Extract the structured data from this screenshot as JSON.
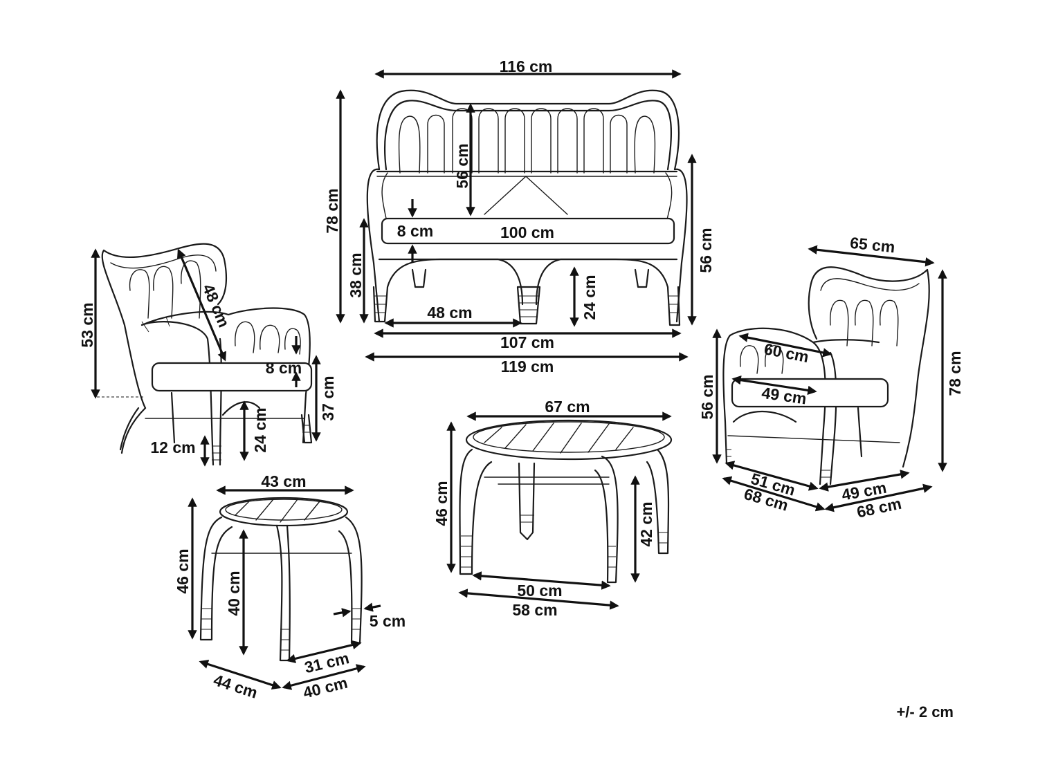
{
  "diagram": {
    "items": {
      "sofa": {
        "width_top": "116 cm",
        "height_total": "78 cm",
        "backrest_height": "56 cm",
        "cushion_thickness": "8 cm",
        "cushion_width": "100 cm",
        "seat_height": "38 cm",
        "armrest_height": "56 cm",
        "leg_height": "24 cm",
        "seat_depth": "48 cm",
        "width_legs": "107 cm",
        "width_total": "119 cm"
      },
      "armchair_left": {
        "back_height": "53 cm",
        "back_diagonal": "48 cm",
        "cushion_thickness": "8 cm",
        "seat_height": "37 cm",
        "leg_height": "24 cm",
        "leg_foot": "12 cm"
      },
      "armchair_right": {
        "back_width": "65 cm",
        "seat_width": "60 cm",
        "seat_depth_inner": "49 cm",
        "armrest_height": "56 cm",
        "height_total": "78 cm",
        "depth_inner": "51 cm",
        "depth_total": "68 cm",
        "width_inner": "49 cm",
        "width_total": "68 cm"
      },
      "coffee_table": {
        "top_width": "67 cm",
        "height_total": "46 cm",
        "leg_height": "42 cm",
        "leg_span_inner": "50 cm",
        "leg_span_outer": "58 cm"
      },
      "side_table": {
        "top_width": "43 cm",
        "height_total": "46 cm",
        "leg_height": "40 cm",
        "leg_thickness": "5 cm",
        "leg_span_inner": "31 cm",
        "depth": "44 cm",
        "width": "40 cm"
      }
    },
    "tolerance": "+/- 2 cm"
  }
}
